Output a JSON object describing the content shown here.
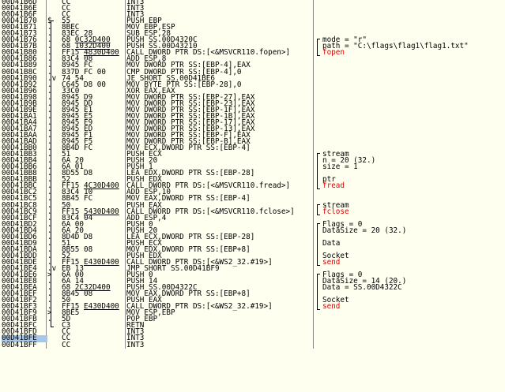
{
  "rows": [
    {
      "addr": "00D41B6D",
      "marker": "",
      "hex": "CC",
      "asm": "INT3",
      "cmt": "",
      "api": false
    },
    {
      "addr": "00D41B6E",
      "marker": "",
      "hex": "CC",
      "asm": "INT3",
      "cmt": "",
      "api": false
    },
    {
      "addr": "00D41B6F",
      "marker": "",
      "hex": "CC",
      "asm": "INT3",
      "cmt": "",
      "api": false
    },
    {
      "addr": "00D41B70",
      "marker": "$",
      "hex": "55",
      "asm": "PUSH EBP",
      "cmt": "",
      "api": false
    },
    {
      "addr": "00D41B71",
      "marker": ".",
      "hex": "8BEC",
      "asm": "MOV EBP,ESP",
      "cmt": "",
      "api": false
    },
    {
      "addr": "00D41B73",
      "marker": ".",
      "hex": "83EC 28",
      "asm": "SUB ESP,28",
      "cmt": "",
      "api": false
    },
    {
      "addr": "00D41B76",
      "marker": ".",
      "hex": "68 0C32D400",
      "asm": "PUSH SS.00D4320C",
      "cmt": "mode = \"r\"",
      "api": false
    },
    {
      "addr": "00D41B7B",
      "marker": ".",
      "hex": "68 1032D400",
      "asm": "PUSH SS.00D43210",
      "cmt": "path = \"C:\\flags\\flag1\\flag1.txt\"",
      "api": false
    },
    {
      "addr": "00D41B80",
      "marker": ".",
      "hex": "FF15 4830D400",
      "asm": "CALL DWORD PTR DS:[<&MSVCR110.fopen>]",
      "cmt": "fopen",
      "api": true
    },
    {
      "addr": "00D41B86",
      "marker": ".",
      "hex": "83C4 08",
      "asm": "ADD ESP,8",
      "cmt": "",
      "api": false
    },
    {
      "addr": "00D41B89",
      "marker": ".",
      "hex": "8945 FC",
      "asm": "MOV DWORD PTR SS:[EBP-4],EAX",
      "cmt": "",
      "api": false
    },
    {
      "addr": "00D41B8C",
      "marker": ".",
      "hex": "837D FC 00",
      "asm": "CMP DWORD PTR SS:[EBP-4],0",
      "cmt": "",
      "api": false
    },
    {
      "addr": "00D41B90",
      "marker": ".v",
      "hex": "74 54",
      "asm": "JE SHORT SS.00D41BE6",
      "cmt": "",
      "api": false
    },
    {
      "addr": "00D41B92",
      "marker": ".",
      "hex": "C645 D8 00",
      "asm": "MOV BYTE PTR SS:[EBP-28],0",
      "cmt": "",
      "api": false
    },
    {
      "addr": "00D41B96",
      "marker": ".",
      "hex": "33C0",
      "asm": "XOR EAX,EAX",
      "cmt": "",
      "api": false
    },
    {
      "addr": "00D41B98",
      "marker": ".",
      "hex": "8945 D9",
      "asm": "MOV DWORD PTR SS:[EBP-27],EAX",
      "cmt": "",
      "api": false
    },
    {
      "addr": "00D41B9B",
      "marker": ".",
      "hex": "8945 DD",
      "asm": "MOV DWORD PTR SS:[EBP-23],EAX",
      "cmt": "",
      "api": false
    },
    {
      "addr": "00D41B9E",
      "marker": ".",
      "hex": "8945 E1",
      "asm": "MOV DWORD PTR SS:[EBP-1F],EAX",
      "cmt": "",
      "api": false
    },
    {
      "addr": "00D41BA1",
      "marker": ".",
      "hex": "8945 E5",
      "asm": "MOV DWORD PTR SS:[EBP-1B],EAX",
      "cmt": "",
      "api": false
    },
    {
      "addr": "00D41BA4",
      "marker": ".",
      "hex": "8945 E9",
      "asm": "MOV DWORD PTR SS:[EBP-17],EAX",
      "cmt": "",
      "api": false
    },
    {
      "addr": "00D41BA7",
      "marker": ".",
      "hex": "8945 ED",
      "asm": "MOV DWORD PTR SS:[EBP-13],EAX",
      "cmt": "",
      "api": false
    },
    {
      "addr": "00D41BAA",
      "marker": ".",
      "hex": "8945 F1",
      "asm": "MOV DWORD PTR SS:[EBP-F],EAX",
      "cmt": "",
      "api": false
    },
    {
      "addr": "00D41BAD",
      "marker": ".",
      "hex": "8945 F5",
      "asm": "MOV DWORD PTR SS:[EBP-B],EAX",
      "cmt": "",
      "api": false
    },
    {
      "addr": "00D41BB0",
      "marker": ".",
      "hex": "8B4D FC",
      "asm": "MOV ECX,DWORD PTR SS:[EBP-4]",
      "cmt": "",
      "api": false
    },
    {
      "addr": "00D41BB3",
      "marker": ".",
      "hex": "51",
      "asm": "PUSH ECX",
      "cmt": "stream",
      "api": false
    },
    {
      "addr": "00D41BB4",
      "marker": ".",
      "hex": "6A 20",
      "asm": "PUSH 20",
      "cmt": "n = 20 (32.)",
      "api": false
    },
    {
      "addr": "00D41BB6",
      "marker": ".",
      "hex": "6A 01",
      "asm": "PUSH 1",
      "cmt": "size = 1",
      "api": false
    },
    {
      "addr": "00D41BB8",
      "marker": ".",
      "hex": "8D55 D8",
      "asm": "LEA EDX,DWORD PTR SS:[EBP-28]",
      "cmt": "",
      "api": false
    },
    {
      "addr": "00D41BBB",
      "marker": ".",
      "hex": "52",
      "asm": "PUSH EDX",
      "cmt": "ptr",
      "api": false
    },
    {
      "addr": "00D41BBC",
      "marker": ".",
      "hex": "FF15 4C30D400",
      "asm": "CALL DWORD PTR DS:[<&MSVCR110.fread>]",
      "cmt": "fread",
      "api": true
    },
    {
      "addr": "00D41BC2",
      "marker": ".",
      "hex": "83C4 10",
      "asm": "ADD ESP,10",
      "cmt": "",
      "api": false
    },
    {
      "addr": "00D41BC5",
      "marker": ".",
      "hex": "8B45 FC",
      "asm": "MOV EAX,DWORD PTR SS:[EBP-4]",
      "cmt": "",
      "api": false
    },
    {
      "addr": "00D41BC8",
      "marker": ".",
      "hex": "50",
      "asm": "PUSH EAX",
      "cmt": "stream",
      "api": false
    },
    {
      "addr": "00D41BC9",
      "marker": ".",
      "hex": "FF15 5430D400",
      "asm": "CALL DWORD PTR DS:[<&MSVCR110.fclose>]",
      "cmt": "fclose",
      "api": true
    },
    {
      "addr": "00D41BCF",
      "marker": ".",
      "hex": "83C4 04",
      "asm": "ADD ESP,4",
      "cmt": "",
      "api": false
    },
    {
      "addr": "00D41BD2",
      "marker": ".",
      "hex": "6A 00",
      "asm": "PUSH 0",
      "cmt": "Flags = 0",
      "api": false
    },
    {
      "addr": "00D41BD4",
      "marker": ".",
      "hex": "6A 20",
      "asm": "PUSH 20",
      "cmt": "DataSize = 20 (32.)",
      "api": false
    },
    {
      "addr": "00D41BD6",
      "marker": ".",
      "hex": "8D4D D8",
      "asm": "LEA ECX,DWORD PTR SS:[EBP-28]",
      "cmt": "",
      "api": false
    },
    {
      "addr": "00D41BD9",
      "marker": ".",
      "hex": "51",
      "asm": "PUSH ECX",
      "cmt": "Data",
      "api": false
    },
    {
      "addr": "00D41BDA",
      "marker": ".",
      "hex": "8B55 08",
      "asm": "MOV EDX,DWORD PTR SS:[EBP+8]",
      "cmt": "",
      "api": false
    },
    {
      "addr": "00D41BDD",
      "marker": ".",
      "hex": "52",
      "asm": "PUSH EDX",
      "cmt": "Socket",
      "api": false
    },
    {
      "addr": "00D41BDE",
      "marker": ".",
      "hex": "FF15 E430D400",
      "asm": "CALL DWORD PTR DS:[<&WS2_32.#19>]",
      "cmt": "send",
      "api": true
    },
    {
      "addr": "00D41BE4",
      "marker": ".v",
      "hex": "EB 13",
      "asm": "JMP SHORT SS.00D41BF9",
      "cmt": "",
      "api": false
    },
    {
      "addr": "00D41BE6",
      "marker": ">",
      "hex": "6A 00",
      "asm": "PUSH 0",
      "cmt": "Flags = 0",
      "api": false
    },
    {
      "addr": "00D41BE8",
      "marker": ".",
      "hex": "6A 14",
      "asm": "PUSH 14",
      "cmt": "DataSize = 14 (20.)",
      "api": false
    },
    {
      "addr": "00D41BEA",
      "marker": ".",
      "hex": "68 2C32D400",
      "asm": "PUSH SS.00D4322C",
      "cmt": "Data = SS.00D4322C",
      "api": false
    },
    {
      "addr": "00D41BEF",
      "marker": ".",
      "hex": "8B45 08",
      "asm": "MOV EAX,DWORD PTR SS:[EBP+8]",
      "cmt": "",
      "api": false
    },
    {
      "addr": "00D41BF2",
      "marker": ".",
      "hex": "50",
      "asm": "PUSH EAX",
      "cmt": "Socket",
      "api": false
    },
    {
      "addr": "00D41BF3",
      "marker": ".",
      "hex": "FF15 E430D400",
      "asm": "CALL DWORD PTR DS:[<&WS2_32.#19>]",
      "cmt": "send",
      "api": true
    },
    {
      "addr": "00D41BF9",
      "marker": ">",
      "hex": "8BE5",
      "asm": "MOV ESP,EBP",
      "cmt": "",
      "api": false
    },
    {
      "addr": "00D41BFB",
      "marker": ".",
      "hex": "5D",
      "asm": "POP EBP",
      "cmt": "",
      "api": false
    },
    {
      "addr": "00D41BFC",
      "marker": "",
      "hex": "C3",
      "asm": "RETN",
      "cmt": "",
      "api": false
    },
    {
      "addr": "00D41BFD",
      "marker": "",
      "hex": "CC",
      "asm": "INT3",
      "cmt": "",
      "api": false
    },
    {
      "addr": "00D41BFE",
      "marker": "",
      "hex": "CC",
      "asm": "INT3",
      "cmt": "",
      "api": false
    },
    {
      "addr": "00D41BFF",
      "marker": "",
      "hex": "CC",
      "asm": "INT3",
      "cmt": "",
      "api": false
    }
  ]
}
